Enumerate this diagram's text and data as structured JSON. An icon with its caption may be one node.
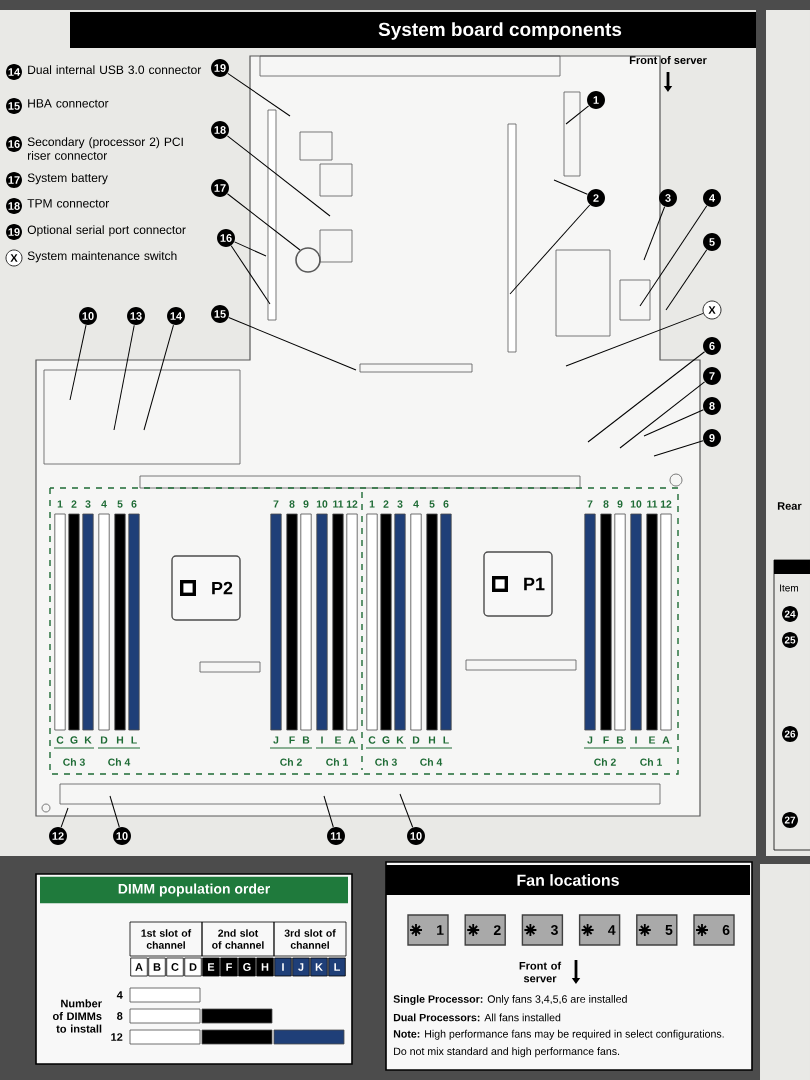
{
  "diagram": {
    "title": "System board components",
    "nodes": [
      {
        "text": [
          "P2"
        ]
      },
      {
        "text": [
          "P1"
        ]
      },
      {
        "text": [
          "1"
        ]
      },
      {
        "text": [
          "2"
        ]
      },
      {
        "text": [
          "3"
        ]
      },
      {
        "text": [
          "4"
        ]
      },
      {
        "text": [
          "5"
        ]
      },
      {
        "text": [
          "X"
        ]
      },
      {
        "text": [
          "6"
        ]
      },
      {
        "text": [
          "7"
        ]
      },
      {
        "text": [
          "8"
        ]
      },
      {
        "text": [
          "9"
        ]
      },
      {
        "text": [
          "19"
        ]
      },
      {
        "text": [
          "18"
        ]
      },
      {
        "text": [
          "17"
        ]
      },
      {
        "text": [
          "16"
        ]
      },
      {
        "text": [
          "15"
        ]
      },
      {
        "text": [
          "10"
        ]
      },
      {
        "text": [
          "13"
        ]
      },
      {
        "text": [
          "14"
        ]
      },
      {
        "text": [
          "12"
        ]
      },
      {
        "text": [
          "10"
        ]
      },
      {
        "text": [
          "11"
        ]
      },
      {
        "text": [
          "10"
        ]
      },
      {
        "text": [
          "DIMM population order"
        ]
      },
      {
        "text": [
          "Fan locations"
        ]
      },
      {
        "text": [
          "1"
        ],
        "in": 25
      },
      {
        "text": [
          "2"
        ],
        "in": 25
      },
      {
        "text": [
          "3"
        ],
        "in": 25
      },
      {
        "text": [
          "4"
        ],
        "in": 25
      },
      {
        "text": [
          "5"
        ],
        "in": 25
      },
      {
        "text": [
          "6"
        ],
        "in": 25
      }
    ],
    "edges": [
      {
        "from": 2,
        "to": null,
        "arrow": "none"
      },
      {
        "from": 3,
        "to": null,
        "arrow": "none"
      },
      {
        "from": 3,
        "to": null,
        "arrow": "none"
      },
      {
        "from": 4,
        "to": null,
        "arrow": "none"
      },
      {
        "from": 5,
        "to": null,
        "arrow": "none"
      },
      {
        "from": 6,
        "to": null,
        "arrow": "none"
      },
      {
        "from": 7,
        "to": null,
        "arrow": "none"
      },
      {
        "from": 8,
        "to": null,
        "arrow": "none"
      },
      {
        "from": 9,
        "to": null,
        "arrow": "none"
      },
      {
        "from": 10,
        "to": null,
        "arrow": "none"
      },
      {
        "from": 11,
        "to": null,
        "arrow": "none"
      },
      {
        "from": 12,
        "to": null,
        "arrow": "none"
      },
      {
        "from": 13,
        "to": null,
        "arrow": "none"
      },
      {
        "from": 14,
        "to": null,
        "arrow": "none"
      },
      {
        "from": 15,
        "to": null,
        "arrow": "none"
      },
      {
        "from": 15,
        "to": null,
        "arrow": "none"
      },
      {
        "from": 16,
        "to": null,
        "arrow": "none"
      },
      {
        "from": 17,
        "to": null,
        "arrow": "none"
      },
      {
        "from": 18,
        "to": null,
        "arrow": "none"
      },
      {
        "from": 19,
        "to": null,
        "arrow": "none"
      },
      {
        "from": 20,
        "to": null,
        "arrow": "none"
      },
      {
        "from": 21,
        "to": null,
        "arrow": "none"
      },
      {
        "from": 22,
        "to": null,
        "arrow": "none"
      },
      {
        "from": 23,
        "to": null,
        "arrow": "none"
      }
    ],
    "labels": [
      "14",
      "Dual internal USB 3.0 connector",
      "15",
      "HBA connector",
      "16",
      "Secondary (processor 2) PCI riser connector",
      "17",
      "System battery",
      "18",
      "TPM connector",
      "19",
      "Optional serial port connector",
      "X",
      "System maintenance switch",
      "Front of server",
      "1",
      "2",
      "3",
      "4",
      "5",
      "6",
      "7",
      "8",
      "9",
      "10",
      "11",
      "12",
      "C",
      "G",
      "K",
      "D",
      "H",
      "L",
      "J",
      "F",
      "B",
      "I",
      "E",
      "A",
      "Ch 3",
      "Ch 4",
      "Ch 2",
      "Ch 1",
      "1",
      "2",
      "3",
      "4",
      "5",
      "6",
      "7",
      "8",
      "9",
      "10",
      "11",
      "12",
      "C",
      "G",
      "K",
      "D",
      "H",
      "L",
      "J",
      "F",
      "B",
      "I",
      "E",
      "A",
      "Ch 3",
      "Ch 4",
      "Ch 2",
      "Ch 1",
      "1st slot of channel",
      "2nd slot of channel",
      "3rd slot of channel",
      "A",
      "B",
      "C",
      "D",
      "E",
      "F",
      "G",
      "H",
      "I",
      "J",
      "K",
      "L",
      "Number of DIMMs to install",
      "4",
      "8",
      "12",
      "Front of server",
      "**Single Processor:** Only fans 3,4,5,6 are installed",
      "**Dual Processors:** All fans installed",
      "**Note:** High performance fans may be required in select configurations.",
      "Do not mix standard and high performance fans.",
      "Rear",
      "Item",
      "24",
      "25",
      "26",
      "27"
    ]
  }
}
